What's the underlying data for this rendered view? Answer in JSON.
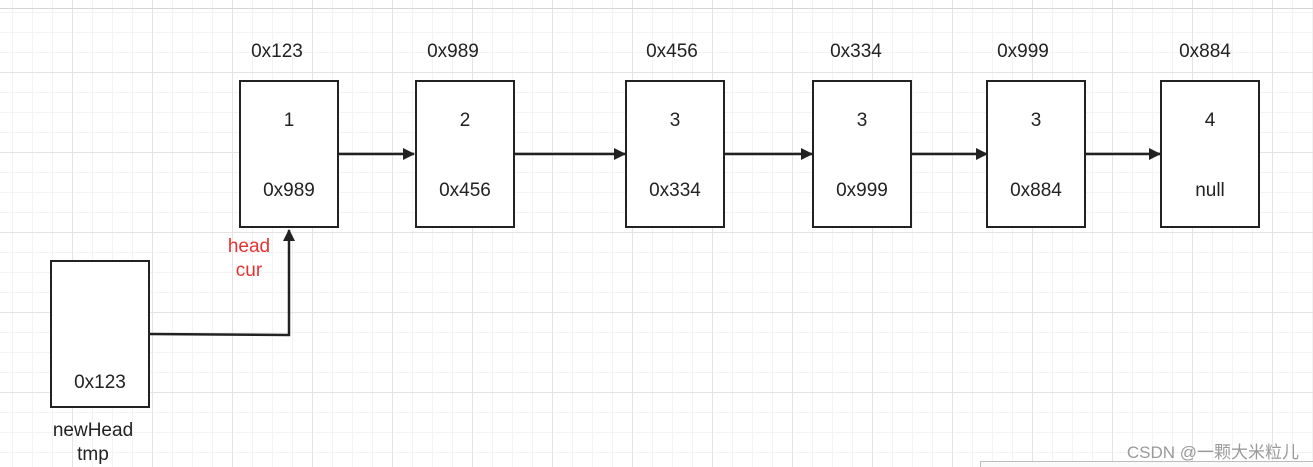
{
  "nodes": [
    {
      "address": "0x123",
      "value": "1",
      "next": "0x989"
    },
    {
      "address": "0x989",
      "value": "2",
      "next": "0x456"
    },
    {
      "address": "0x456",
      "value": "3",
      "next": "0x334"
    },
    {
      "address": "0x334",
      "value": "3",
      "next": "0x999"
    },
    {
      "address": "0x999",
      "value": "3",
      "next": "0x884"
    },
    {
      "address": "0x884",
      "value": "4",
      "next": "null"
    }
  ],
  "new_head": {
    "value": "0x123",
    "label_line1": "newHead",
    "label_line2": "tmp"
  },
  "pointer_labels": {
    "line1": "head",
    "line2": "cur"
  },
  "colors": {
    "pointer_label": "#e53333",
    "stroke": "#222222"
  },
  "watermark": "CSDN @一颗大米粒儿"
}
